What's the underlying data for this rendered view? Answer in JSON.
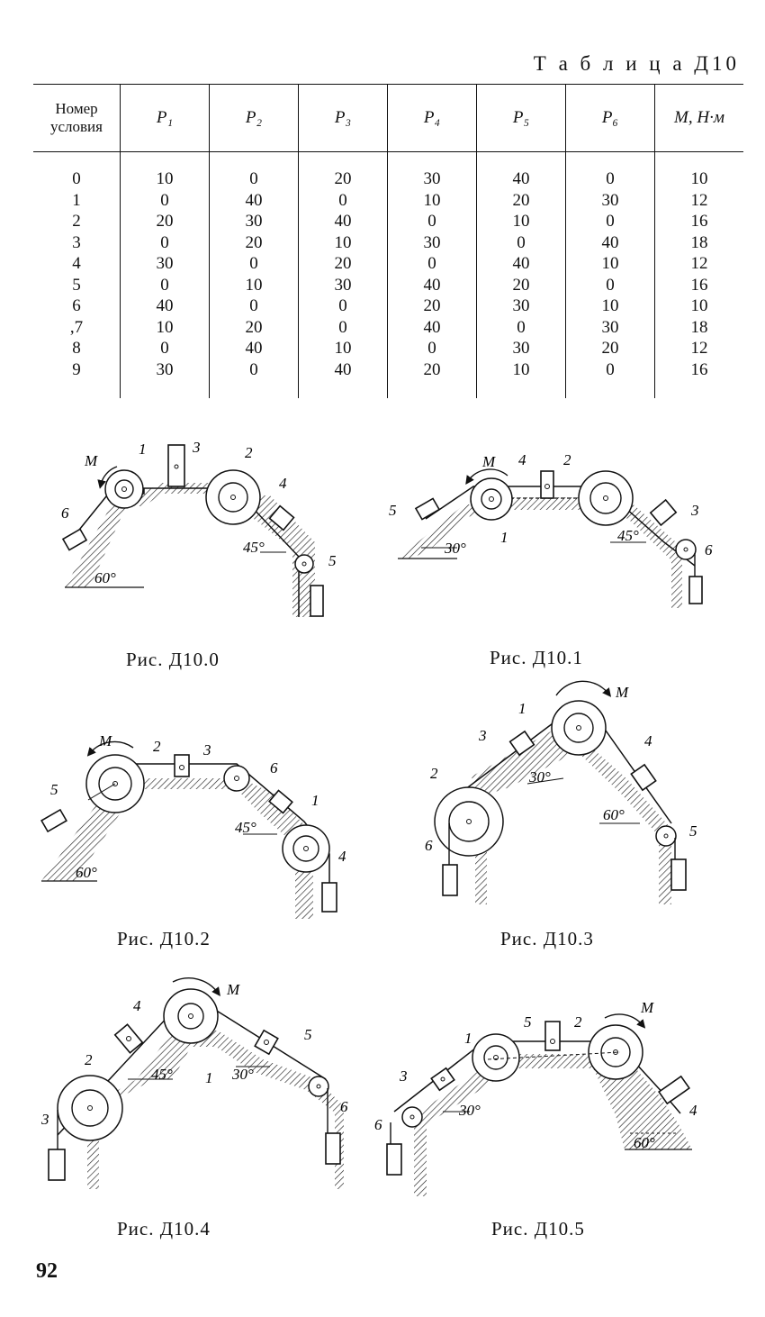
{
  "table": {
    "title": "Т а б л и ц а Д10",
    "headers": [
      "Номер условия",
      "P₁",
      "P₂",
      "P₃",
      "P₄",
      "P₅",
      "P₆",
      "M, Н·м"
    ],
    "rows": [
      [
        "0",
        "10",
        "0",
        "20",
        "30",
        "40",
        "0",
        "10"
      ],
      [
        "1",
        "0",
        "40",
        "0",
        "10",
        "20",
        "30",
        "12"
      ],
      [
        "2",
        "20",
        "30",
        "40",
        "0",
        "10",
        "0",
        "16"
      ],
      [
        "3",
        "0",
        "20",
        "10",
        "30",
        "0",
        "40",
        "18"
      ],
      [
        "4",
        "30",
        "0",
        "20",
        "0",
        "40",
        "10",
        "12"
      ],
      [
        "5",
        "0",
        "10",
        "30",
        "40",
        "20",
        "0",
        "16"
      ],
      [
        "6",
        "40",
        "0",
        "0",
        "20",
        "30",
        "10",
        "10"
      ],
      [
        ",7",
        "10",
        "20",
        "0",
        "40",
        "0",
        "30",
        "18"
      ],
      [
        "8",
        "0",
        "40",
        "10",
        "0",
        "30",
        "20",
        "12"
      ],
      [
        "9",
        "30",
        "0",
        "40",
        "20",
        "10",
        "0",
        "16"
      ]
    ]
  },
  "figures": [
    {
      "caption": "Рис. Д10.0",
      "labels": {
        "m": "M",
        "n1": "1",
        "n2": "2",
        "n3": "3",
        "n4": "4",
        "n5": "5",
        "n6": "6",
        "a1": "60°",
        "a2": "45°"
      }
    },
    {
      "caption": "Рис. Д10.1",
      "labels": {
        "m": "M",
        "n1": "1",
        "n2": "2",
        "n3": "3",
        "n4": "4",
        "n5": "5",
        "n6": "6",
        "a1": "30°",
        "a2": "45°"
      }
    },
    {
      "caption": "Рис. Д10.2",
      "labels": {
        "m": "M",
        "n1": "1",
        "n2": "2",
        "n3": "3",
        "n4": "4",
        "n5": "5",
        "n6": "6",
        "a1": "60°",
        "a2": "45°"
      }
    },
    {
      "caption": "Рис. Д10.3",
      "labels": {
        "m": "M",
        "n1": "1",
        "n2": "2",
        "n3": "3",
        "n4": "4",
        "n5": "5",
        "n6": "6",
        "a1": "30°",
        "a2": "60°"
      }
    },
    {
      "caption": "Рис. Д10.4",
      "labels": {
        "m": "M",
        "n1": "1",
        "n2": "2",
        "n3": "3",
        "n4": "4",
        "n5": "5",
        "n6": "6",
        "a1": "45°",
        "a2": "30°"
      }
    },
    {
      "caption": "Рис. Д10.5",
      "labels": {
        "m": "M",
        "n1": "1",
        "n2": "2",
        "n3": "3",
        "n4": "4",
        "n5": "5",
        "n6": "6",
        "a1": "30°",
        "a2": "60°"
      }
    }
  ],
  "page_number": "92"
}
